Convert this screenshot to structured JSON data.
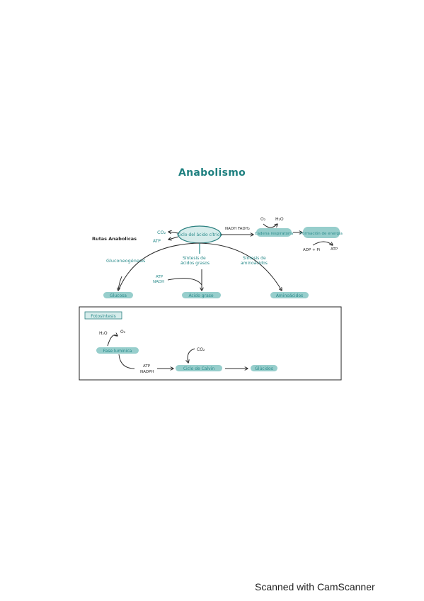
{
  "page_title": "Anabolismo",
  "section_label": "Rutas Anabolicas",
  "center_node": "Ciclo del ácido cítrico",
  "co2": "CO₂",
  "atp": "ATP",
  "nadh_fadh": "NADH FADH₂",
  "cadena": "Cadena respiratoria",
  "formacion": "Formación de energía",
  "o2": "O₂",
  "h2o": "H₂O",
  "adp_pi": "ADP + Pi",
  "atp2": "ATP",
  "gluconeo": "Gluconeogénesis",
  "sintesis_ag": "Síntesis de ácidos grasos",
  "sintesis_aa": "Síntesis de aminoácidos",
  "atp_nadh": "ATP NADH",
  "glucosa": "Glucosa",
  "acido_graso": "Ácido graso",
  "aminoacidos": "Aminoácidos",
  "foto_title": "Fotosíntesis",
  "h2o_f": "H₂O",
  "o2_f": "O₂",
  "fase_luminica": "Fase luminica",
  "co2_f": "CO₂",
  "atp_f": "ATP NADPH",
  "calvin": "Ciclo de Calvin",
  "glucidos": "Glúcidos",
  "footer": "Scanned with CamScanner"
}
